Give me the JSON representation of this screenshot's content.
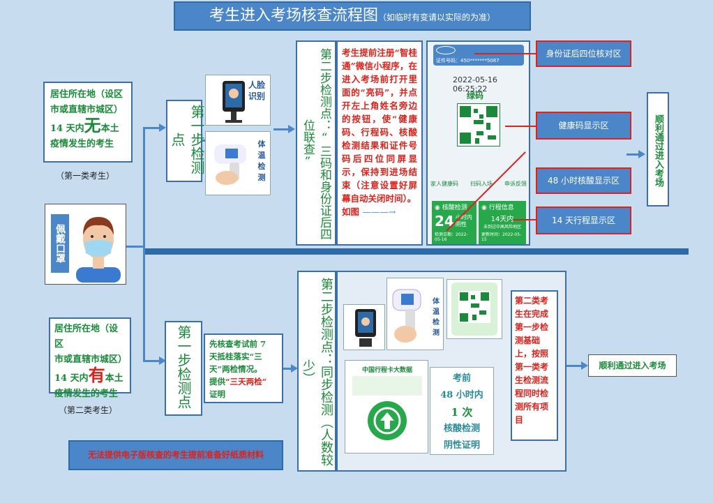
{
  "title": {
    "main": "考生进入考场核查流程图",
    "sub": "（如临时有变请以实际的为准）"
  },
  "group1": {
    "line1": "居住所在地（设区",
    "line2": "市或直辖市城区）",
    "prefix": "14 天内",
    "emph": "无",
    "suffix": "本土",
    "line4": "疫情发生的考生",
    "caption": "（第一类考生）"
  },
  "group2": {
    "line1": "居住所在地（设区",
    "line2": "市或直辖市城区）",
    "prefix": "14 天内",
    "emph": "有",
    "suffix": "本土",
    "line4": "疫情发生的考生",
    "caption": "（第二类考生）"
  },
  "mask": {
    "label": "佩戴口罩"
  },
  "step1_top": {
    "label": "第一步检测点",
    "face": "人脸识别",
    "temp": "体温检测"
  },
  "step2_top": {
    "label": "第二步检测点：“三码和身份证后四位联查”"
  },
  "instruction_top": {
    "text": "考生提前注册“智桂通”微信小程序，在进入考场前打开里面的“亮码”，并点开左上角姓名旁边的按钮，使“健康码、行程码、核酸检测结果和证件号码后四位同屏显示，保持到进场结束（注意设置好屏幕自动关闭时间）。",
    "see": "如图"
  },
  "phone": {
    "id_prefix": "证件号码：450",
    "id_suffix": "5087",
    "datetime": "2022-05-16 06:25:22",
    "code_status": "绿码",
    "tabs": [
      "家人健康码",
      "扫码入场",
      "申诉反馈"
    ],
    "nucleic_title": "核酸检测",
    "nucleic_hours": "24",
    "nucleic_unit": "小时内",
    "nucleic_result": "阴性",
    "nucleic_date": "检测日期：2022-05-16",
    "trip_title": "行程信息",
    "trip_days": "14天内",
    "trip_desc": "未到过中高风险地区",
    "trip_date": "更新时间：2022-05-15"
  },
  "labels_top": {
    "id": "身份证后四位核对区",
    "health": "健康码显示区",
    "nucleic": "48 小时核酸显示区",
    "trip": "14 天行程显示区"
  },
  "pass_top": "顺利通过进入考场",
  "step1_bottom": {
    "label": "第一步检测点"
  },
  "note_bottom": {
    "l1": "先核查考试前 7",
    "l2_a": "天抵桂落实",
    "l2_b": "“三",
    "l3_a": "天”",
    "l3_b": "两检情况。",
    "l4_a": "提供",
    "l4_b": "“三天两检”",
    "l5": "证明"
  },
  "step2_bottom": {
    "label": "第二步检测点：同步检测（人数较少）"
  },
  "bottom_panel": {
    "temp": "体温检测",
    "cert_l1": "考前",
    "cert_l2": "48 小时内",
    "cert_l3": "1 次",
    "cert_l4": "核酸检测",
    "cert_l5": "阴性证明",
    "trip_card_title": "中国行程卡大数据"
  },
  "note_bottom_right": "第二类考生在完成第一步检测基础上，按照第一类考生检测流程同时检测所有项目",
  "pass_bottom": "顺利通过进入考场",
  "footer_note": "无法提供电子版核查的考生提前准备好纸质材料",
  "colors": {
    "accent": "#4a86c8",
    "green": "#1a8a3a",
    "red": "#e0201a"
  }
}
